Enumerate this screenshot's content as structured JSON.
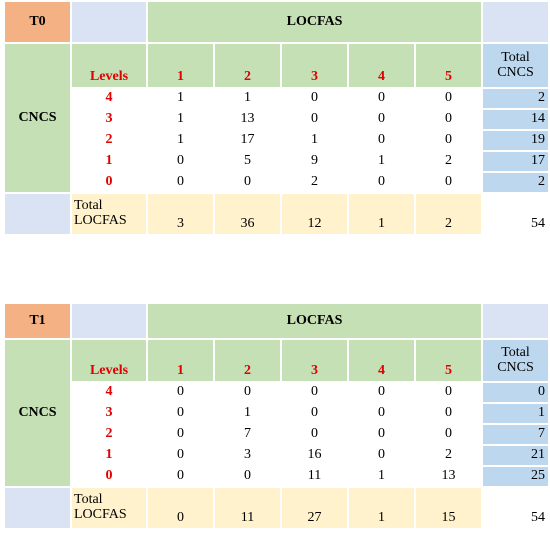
{
  "tables": [
    {
      "label": "T0",
      "column_group": "LOCFAS",
      "row_group": "CNCS",
      "levels_label": "Levels",
      "columns": [
        "1",
        "2",
        "3",
        "4",
        "5"
      ],
      "total_col_label": "Total CNCS",
      "rows": [
        {
          "level": "4",
          "values": [
            "1",
            "1",
            "0",
            "0",
            "0"
          ],
          "total": "2"
        },
        {
          "level": "3",
          "values": [
            "1",
            "13",
            "0",
            "0",
            "0"
          ],
          "total": "14"
        },
        {
          "level": "2",
          "values": [
            "1",
            "17",
            "1",
            "0",
            "0"
          ],
          "total": "19"
        },
        {
          "level": "1",
          "values": [
            "0",
            "5",
            "9",
            "1",
            "2"
          ],
          "total": "17"
        },
        {
          "level": "0",
          "values": [
            "0",
            "0",
            "2",
            "0",
            "0"
          ],
          "total": "2"
        }
      ],
      "total_row_label": "Total LOCFAS",
      "total_row": [
        "3",
        "36",
        "12",
        "1",
        "2"
      ],
      "grand_total": "54"
    },
    {
      "label": "T1",
      "column_group": "LOCFAS",
      "row_group": "CNCS",
      "levels_label": "Levels",
      "columns": [
        "1",
        "2",
        "3",
        "4",
        "5"
      ],
      "total_col_label": "Total CNCS",
      "rows": [
        {
          "level": "4",
          "values": [
            "0",
            "0",
            "0",
            "0",
            "0"
          ],
          "total": "0"
        },
        {
          "level": "3",
          "values": [
            "0",
            "1",
            "0",
            "0",
            "0"
          ],
          "total": "1"
        },
        {
          "level": "2",
          "values": [
            "0",
            "7",
            "0",
            "0",
            "0"
          ],
          "total": "7"
        },
        {
          "level": "1",
          "values": [
            "0",
            "3",
            "16",
            "0",
            "2"
          ],
          "total": "21"
        },
        {
          "level": "0",
          "values": [
            "0",
            "0",
            "11",
            "1",
            "13"
          ],
          "total": "25"
        }
      ],
      "total_row_label": "Total LOCFAS",
      "total_row": [
        "0",
        "11",
        "27",
        "1",
        "15"
      ],
      "grand_total": "54"
    }
  ],
  "colors": {
    "orange": "#f4b183",
    "lavender": "#dae3f3",
    "green": "#c5e0b4",
    "blue": "#bdd7ee",
    "yellow": "#fff2cc",
    "level_red": "#e00000"
  }
}
